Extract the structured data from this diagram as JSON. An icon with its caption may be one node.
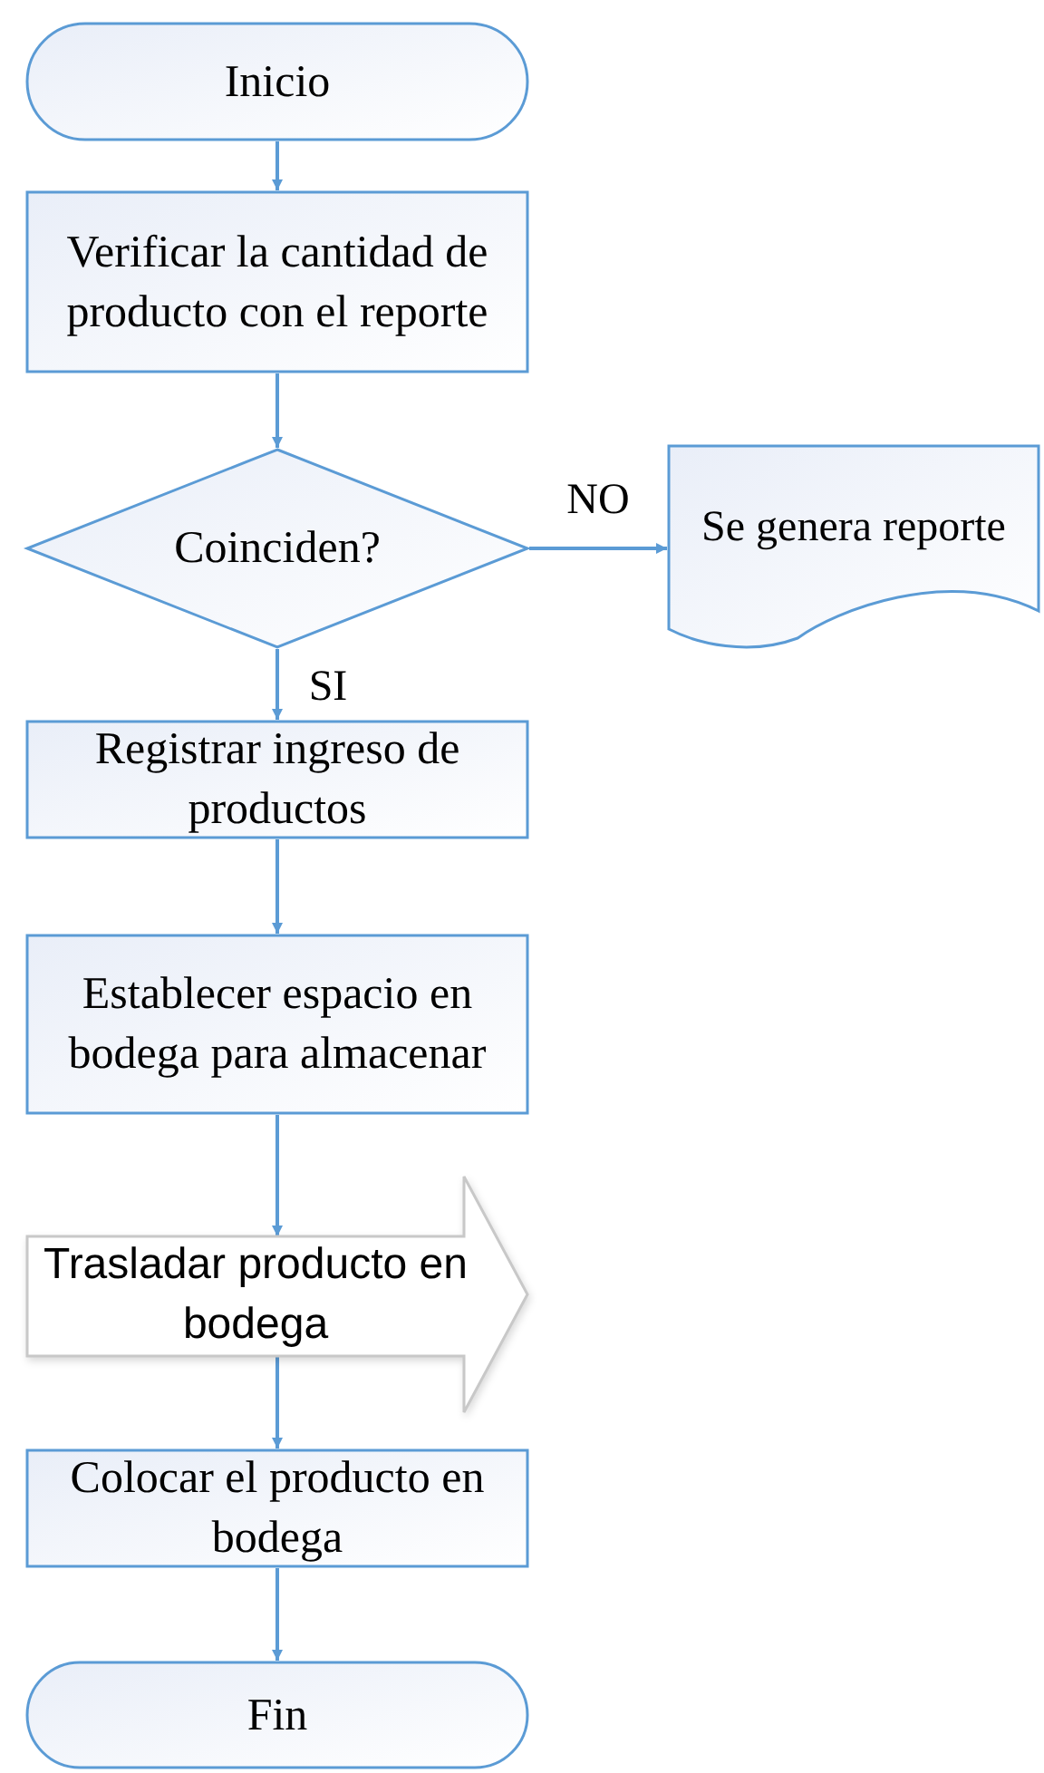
{
  "diagram": {
    "nodes": [
      {
        "text": [
          "Inicio"
        ]
      },
      {
        "text": [
          "Verificar la cantidad de producto con el reporte"
        ]
      },
      {
        "text": [
          "Coinciden?"
        ]
      },
      {
        "text": [
          "Se genera reporte"
        ]
      },
      {
        "text": [
          "Registrar ingreso de productos"
        ]
      },
      {
        "text": [
          "Establecer espacio en bodega para almacenar"
        ]
      },
      {
        "text": [
          "Trasladar producto en bodega"
        ]
      },
      {
        "text": [
          "Colocar el producto en bodega"
        ]
      },
      {
        "text": [
          "Fin"
        ]
      }
    ],
    "edges": [
      {
        "from": 0,
        "to": 1,
        "arrow": "to"
      },
      {
        "from": 1,
        "to": 2,
        "arrow": "to"
      },
      {
        "from": 2,
        "to": 3,
        "arrow": "to",
        "label": "NO"
      },
      {
        "from": 2,
        "to": 4,
        "arrow": "to",
        "label": "SI"
      },
      {
        "from": 4,
        "to": 5,
        "arrow": "to"
      },
      {
        "from": 5,
        "to": 6,
        "arrow": "to"
      },
      {
        "from": 6,
        "to": 7,
        "arrow": "to"
      },
      {
        "from": 7,
        "to": 8,
        "arrow": "to"
      }
    ]
  }
}
